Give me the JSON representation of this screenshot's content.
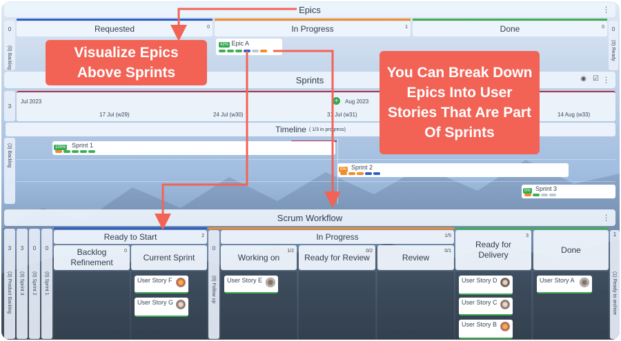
{
  "epics": {
    "title": "Epics",
    "side_left_count": "0",
    "side_left_label": "(0) Backlog",
    "side_right_count": "0",
    "side_right_label": "(0) Ready",
    "columns": [
      {
        "label": "Requested",
        "count": "0"
      },
      {
        "label": "In Progress",
        "count": "1"
      },
      {
        "label": "Done",
        "count": "0"
      }
    ],
    "card": {
      "percent": "42%",
      "title": "Epic A"
    }
  },
  "sprints": {
    "title": "Sprints",
    "side_count": "3",
    "month_1": "Jul 2023",
    "month_2": "Aug 2023",
    "weeks": [
      "17 Jul (w29)",
      "24 Jul (w30)",
      "31 Jul (w31)",
      "14 Aug (w33)"
    ],
    "timeline_title": "Timeline",
    "timeline_status": "( 1/3  in progress)",
    "backlog_label": "(3) Backlog",
    "items": [
      {
        "percent": "100%",
        "name": "Sprint 1"
      },
      {
        "percent": "0%",
        "name": "Sprint 2"
      },
      {
        "percent": "0%",
        "name": "Sprint 3"
      }
    ]
  },
  "workflow": {
    "title": "Scrum Workflow",
    "left_strips": [
      {
        "count": "3",
        "label": "(3) Product Backlog"
      },
      {
        "count": "3",
        "label": "(3) Sprint 3"
      },
      {
        "count": "0",
        "label": "(0) Sprint 2"
      },
      {
        "count": "0",
        "label": "(0) Sprint 1"
      }
    ],
    "followup": {
      "count": "0",
      "label": "(0) Follow up"
    },
    "archive": {
      "count": "1",
      "label": "(1) Ready to archive"
    },
    "groups": {
      "ready_to_start": {
        "label": "Ready to Start",
        "count": "2"
      },
      "in_progress": {
        "label": "In Progress",
        "count": "1/5"
      }
    },
    "columns": [
      {
        "label": "Backlog Refinement",
        "count": "0"
      },
      {
        "label": "Current Sprint",
        "count": ""
      },
      {
        "label": "Working on",
        "count": "1/2"
      },
      {
        "label": "Ready for Review",
        "count": "0/2"
      },
      {
        "label": "Review",
        "count": "0/1"
      },
      {
        "label": "Ready for Delivery",
        "count": "3"
      },
      {
        "label": "Done",
        "count": ""
      }
    ],
    "cards": [
      {
        "title": "User Story F"
      },
      {
        "title": "User Story G"
      },
      {
        "title": "User Story E"
      },
      {
        "title": "User Story D"
      },
      {
        "title": "User Story C"
      },
      {
        "title": "User Story B"
      },
      {
        "title": "User Story A"
      }
    ]
  },
  "callouts": {
    "left": "Visualize Epics Above Sprints",
    "right": "You Can Break Down Epics Into User Stories That Are Part Of Sprints"
  },
  "colors": {
    "callout": "#f26355",
    "arrow": "#f26355",
    "blue_bar": "#2f5fc4",
    "orange_bar": "#f08c2a",
    "green_bar": "#3fae52",
    "red_line": "#a8324a"
  }
}
